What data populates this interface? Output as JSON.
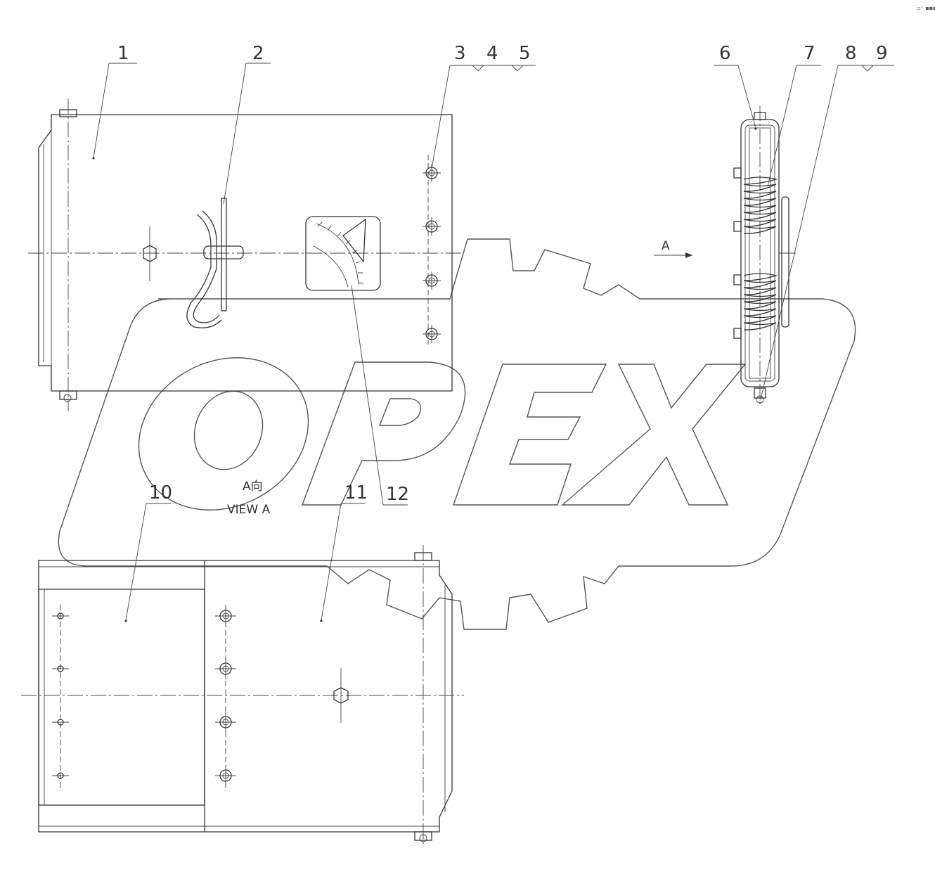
{
  "callouts": {
    "c1": "1",
    "c2": "2",
    "c3": "3",
    "c4": "4",
    "c5": "5",
    "c6": "6",
    "c7": "7",
    "c8": "8",
    "c9": "9",
    "c10": "10",
    "c11": "11",
    "c12": "12"
  },
  "view_arrow_label": "A",
  "view_title_cn": "A向",
  "view_title_en": "VIEW A",
  "watermark": "OPEX",
  "corner_code": "▫⁼ ▪▪▪",
  "colors": {
    "line": "#333333",
    "watermark": "#555555",
    "background": "#ffffff"
  }
}
